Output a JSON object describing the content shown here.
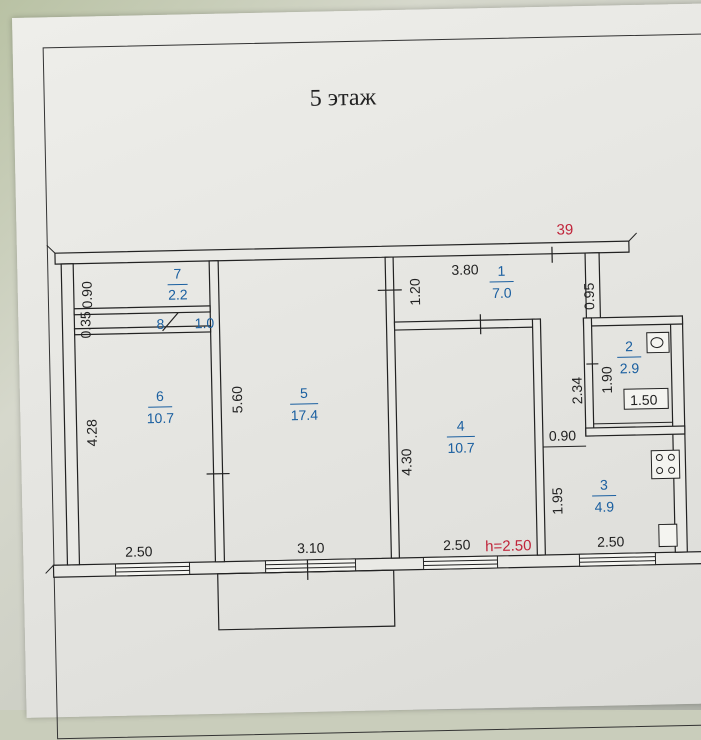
{
  "title": "5 этаж",
  "plan_number": "39",
  "ceiling_height": "h=2.50",
  "rooms": [
    {
      "number": "1",
      "area": "7.0"
    },
    {
      "number": "2",
      "area": "2.9"
    },
    {
      "number": "3",
      "area": "4.9"
    },
    {
      "number": "4",
      "area": "10.7"
    },
    {
      "number": "5",
      "area": "17.4"
    },
    {
      "number": "6",
      "area": "10.7"
    },
    {
      "number": "7",
      "area": "2.2"
    },
    {
      "number": "8",
      "area": "1.0"
    }
  ],
  "dimensions": {
    "d_090_top": "0.90",
    "d_035": "0.35",
    "d_428": "4.28",
    "d_250_room6": "2.50",
    "d_560": "5.60",
    "d_310": "3.10",
    "d_120": "1.20",
    "d_380": "3.80",
    "d_095": "0.95",
    "d_430": "4.30",
    "d_250_room4": "2.50",
    "d_234": "2.34",
    "d_190": "1.90",
    "d_150": "1.50",
    "d_090_mid": "0.90",
    "d_195": "1.95",
    "d_250_room3": "2.50"
  },
  "colors": {
    "room_label": "#1a5fa0",
    "wall": "#e9e9e5",
    "outline": "#222222",
    "red_note": "#c0243a"
  }
}
